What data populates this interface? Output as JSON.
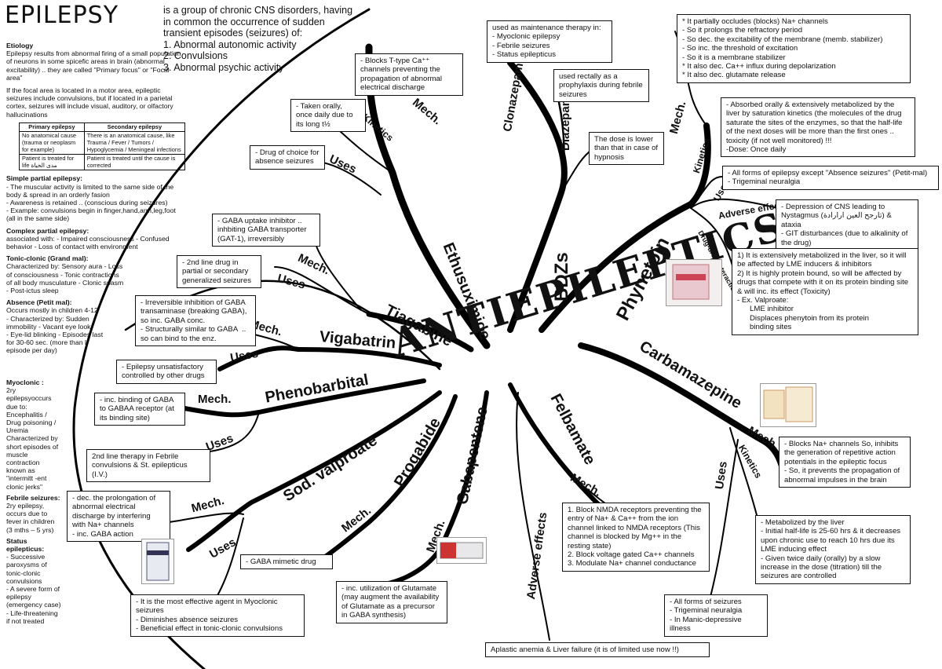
{
  "title": "EPILEPSY",
  "definition": {
    "intro": "is a group of chronic CNS disorders, having in common the occurrence of sudden transient episodes (seizures) of:",
    "items": [
      "1. Abnormal autonomic activity",
      "2. Convulsions",
      "3. Abnormal psychic activity"
    ]
  },
  "etiology": {
    "heading": "Etiology",
    "p1": "Epilepsy results from abnormal firing of a small population of neurons in some spicefic areas in brain (abnormal excitability) .. they are called \"Primary focus\" or \"Focal area\"",
    "p2": "If the focal area is located in a motor area, epileptic seizures include convulsions, but if located in a parietal cortex, seizures will include visual, auditory, or olfactory hallucinations",
    "table": {
      "headers": [
        "Primary epilepsy",
        "Secondary epilepsy"
      ],
      "rows": [
        [
          "No anatomical cause (trauma or neoplasm for example)",
          "There is an anatomical cause, like Trauma / Fever / Tumors / Hypoglycemia / Meningeal infections"
        ],
        [
          "Patient is treated for life مدى الحياة",
          "Patient is treated until the cause is corrected"
        ]
      ]
    }
  },
  "types": [
    {
      "heading": "Simple partial epilepsy:",
      "text": "- The muscular activity is limited to the same side of the body & spread in an orderly fasion\n- Awareness is retained .. (conscious during seizures)\n- Example: convulsions begin in finger,hand,arm,leg,foot (all in the same side)"
    },
    {
      "heading": "Complex partial epilepsy:",
      "text": "associated with: - Impaired consciousness - Confused behavior - Loss of contact with environment"
    },
    {
      "heading": "Tonic-clonic (Grand mal):",
      "text": "Characterized by: Sensory aura - Loss of consciousness - Tonic contractions of all body musculature - Clonic spasm - Post-ictus sleep"
    },
    {
      "heading": "Absence (Petit mal):",
      "text": "Occurs mostly in children 4-12\n- Characterized by: Sudden immobility - Vacant eye look\n- Eye-lid blinking - Episodes last for 30-60 sec. (more than l episode per day)"
    }
  ],
  "types2": [
    {
      "heading": "Myoclonic :",
      "text": "2ry epilepsyoccurs due to:\nEncephalitis / Drug poisoning / Uremia\nCharacterized by short episodes of muscle contraction known as \"intermitt -ent clonic jerks\""
    },
    {
      "heading": "Febrile seizures:",
      "text": "2ry epilepsy, occurs due to fever in children (3 mths – 5 yrs)"
    },
    {
      "heading": "Status epilepticus:",
      "text": "- Successive paroxysms of tonic-clonic convulsions\n- A severe form of epilepsy (emergency case)\n- Life-threatening if not treated"
    }
  ],
  "center": "ANTIEPILEPTICS",
  "drugs": {
    "ethosuximide": "Ethusuximide",
    "bdzs": "BDZs",
    "phenytoin": "Phynetoin",
    "carbamazepine": "Carbamazepine",
    "tiagabine": "Tiagabine",
    "vigabatrin": "Vigabatrin",
    "phenobarbital": "Phenobarbital",
    "valproate": "Sod. valproate",
    "progabide": "Progabide",
    "gabapentene": "Gabapentene",
    "felbamate": "Felbamate",
    "clonazepam": "Clonazepam",
    "diazepam": "Diazepam"
  },
  "sublabels": {
    "mech": "Mech.",
    "uses": "Uses",
    "kinetics": "Kinetics",
    "adverse": "Adverse effects",
    "ddi": "Drug-drug interaction"
  },
  "boxes": {
    "etho_mech": "- Blocks T-type Ca⁺⁺ channels preventing the propagation of abnormal electrical discharge",
    "etho_kin": "- Taken orally, once daily due to its long t½",
    "etho_uses": "- Drug of choice for absence seizures",
    "clonaz": "used as maintenance therapy in:\n- Myoclonic epilepsy\n- Febrile seizures\n- Status epilepticus",
    "diaz1": "used rectally as a prophylaxis during febrile seizures",
    "diaz2": "The dose is lower than that in case of hypnosis",
    "phen_mech": "* It partially occludes (blocks) Na+ channels\n- So it prolongs the refractory period\n- So dec. the excitability of the membrane (memb. stabilizer)\n- So inc. the threshold of excitation\n- So it is a membrane stabilizer\n* It also dec. Ca++ influx during depolarization\n* It also dec. glutamate release",
    "phen_kin": "- Absorbed orally & extensively metabolized by the liver by saturation kinetics (the molecules of the drug saturate the sites of the enzymes, so that the half-life of the next doses will be more than the first ones .. toxicity (if not well monitored) !!!\n-Dose: Once daily",
    "phen_uses": "- All forms of epilepsy except \"Absence seizures\" (Petit-mal)\n- Trigeminal neuralgia",
    "phen_adv": "- Depression of CNS leading to Nystagmus (تارجح العين ارارادة) & ataxia\n- GIT disturbances (due to alkalinity of the drug)",
    "phen_ddi": "1) It is extensively metabolized in the liver, so it will be affected by LME inducers & inhibitors\n2) It is highly protein bound, so will be affected by drugs that compete with it on its protein binding site & will inc. its effect (Toxicity)\n- Ex. Valproate:\n      LME inhibitor\n      Displaces phenytoin from its protein\n      binding sites",
    "tia_mech": "- GABA uptake inhibitor .. inhbiting GABA transporter (GAT-1), irreversibly",
    "tia_uses": "- 2nd line drug in partial or secondary generalized seizures",
    "vig_mech": "- Irreversible inhibition of GABA transaminase (breaking GABA), so inc. GABA conc.\n- Structurally similar to GABA  .. so can bind to the enz.",
    "vig_uses": "- Epilepsy unsatisfactory controlled by other drugs",
    "pb_mech": "- inc. binding of GABA to GABAA receptor (at its binding site)",
    "pb_uses": "2nd line therapy in Febrile convulsions & St. epilepticus (I.V.)",
    "val_mech": "- dec. the prolongation of abnormal electrical discharge by interfering with Na+ channels\n- inc. GABA action",
    "val_uses": "- It is the most effective agent in Myoclonic seizures\n- Diminishes absence seizures\n- Beneficial effect in tonic-clonic convulsions",
    "prog_mech": "- GABA mimetic drug",
    "gaba_mech": "- inc. utilization of Glutamate (may augment the availability of Glutamate as a precursor in GABA synthesis)",
    "felb_mech": "1. Block NMDA receptors preventing the entry of Na+ & Ca++ from the ion channel linked to NMDA receptors (This channel is blocked by Mg++ in the resting state)\n2. Block voltage gated Ca++ channels\n3. Modulate Na+ channel conductance",
    "felb_adv": "Aplastic anemia & Liver failure (it is of limited use now !!)",
    "carb_mech": "- Blocks Na+ channels So, inhibits the generation of repetitive action potentials in the epileptic focus\n- So, it prevents the propagation of abnormal impulses in the brain",
    "carb_kin": "- Metabolized by the liver\n- Initial half-life is 25-60 hrs & it decreases upon chronic use to reach 10 hrs due its LME inducing effect\n- Given twice daily (orally) by a slow increase in the dose (titration) till the seizures are controlled",
    "carb_uses": "- All forms of seizures\n- Trigeminal neuralgia\n- In Manic-depressive illness"
  }
}
